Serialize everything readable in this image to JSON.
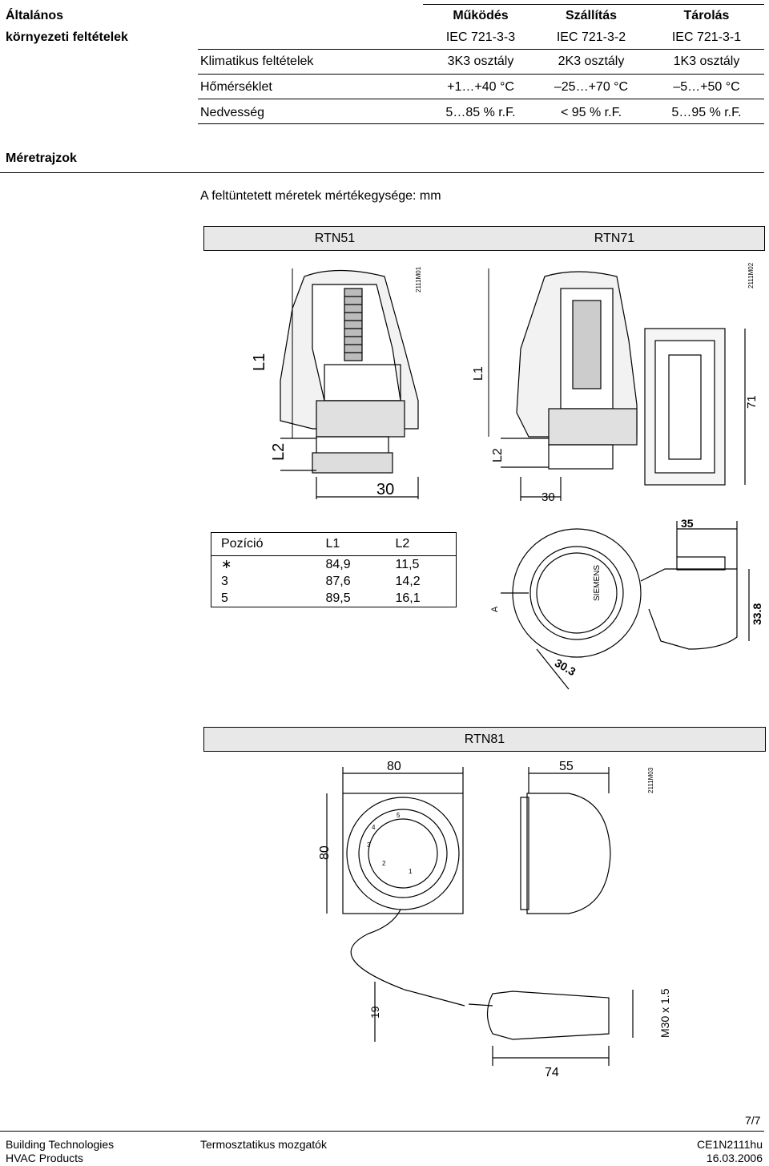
{
  "section1": {
    "title_line1": "Általános",
    "title_line2": "környezeti feltételek",
    "columns": [
      {
        "name": "Működés",
        "standard": "IEC 721-3-3"
      },
      {
        "name": "Szállítás",
        "standard": "IEC 721-3-2"
      },
      {
        "name": "Tárolás",
        "standard": "IEC 721-3-1"
      }
    ],
    "rows": [
      {
        "label": "Klimatikus feltételek",
        "values": [
          "3K3 osztály",
          "2K3 osztály",
          "1K3 osztály"
        ]
      },
      {
        "label": "Hőmérséklet",
        "values": [
          "+1…+40 °C",
          "–25…+70 °C",
          "–5…+50 °C"
        ]
      },
      {
        "label": "Nedvesség",
        "values": [
          "5…85 % r.F.",
          "< 95 % r.F.",
          "5…95 % r.F."
        ]
      }
    ]
  },
  "section2": {
    "title": "Méretrajzok",
    "unit_note": "A feltüntetett méretek mértékegysége: mm",
    "rtn51_label": "RTN51",
    "rtn71_label": "RTN71",
    "rtn81_label": "RTN81",
    "rtn51_drawing": {
      "code": "2111M01",
      "dims": [
        "L1",
        "L2",
        "30"
      ]
    },
    "rtn71_drawing": {
      "code": "2111M02",
      "dims": [
        "L1",
        "L2",
        "30",
        "71",
        "35",
        "33.8",
        "30.3",
        "A"
      ],
      "brand": "SIEMENS"
    },
    "rtn81_drawing": {
      "code": "2111M03",
      "dims": [
        "80",
        "55",
        "80",
        "19",
        "74",
        "M30 x 1.5"
      ],
      "scale": [
        "1",
        "2",
        "3",
        "4",
        "5"
      ]
    },
    "position_table": {
      "headers": [
        "Pozíció",
        "L1",
        "L2"
      ],
      "rows": [
        [
          "∗",
          "84,9",
          "11,5"
        ],
        [
          "3",
          "87,6",
          "14,2"
        ],
        [
          "5",
          "89,5",
          "16,1"
        ]
      ]
    }
  },
  "footer": {
    "page": "7/7",
    "company_line1": "Building Technologies",
    "company_line2": "HVAC Products",
    "product": "Termosztatikus mozgatók",
    "doc_code": "CE1N2111hu",
    "date": "16.03.2006"
  }
}
